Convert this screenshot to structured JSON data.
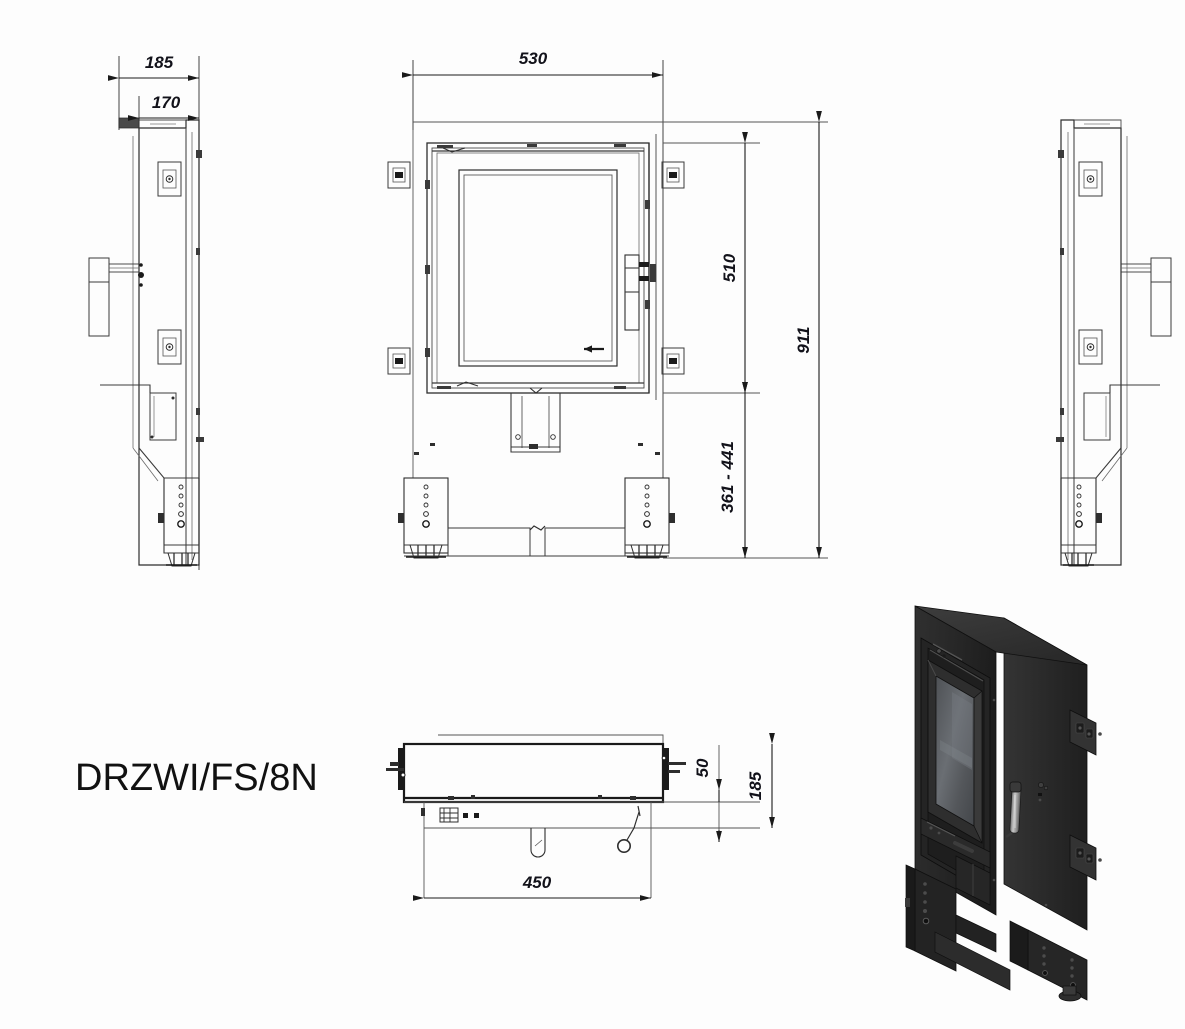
{
  "drawing": {
    "part_label": "DRZWI/FS/8N",
    "background_color": "#fdfdfd",
    "line_color": "#3a3a3a",
    "heavy_line_color": "#1a1a1a",
    "text_color": "#12121a",
    "render_body_color": "#2b2b2b",
    "render_glass_color": "#5a5d61"
  },
  "dimensions": {
    "side_outer_depth": "185",
    "side_inner_depth": "170",
    "front_width": "530",
    "door_height": "510",
    "total_height": "911",
    "leg_height_range": "361 - 441",
    "plan_width": "450",
    "plan_offset": "50",
    "plan_depth": "185"
  },
  "views": {
    "left_side": "left-side-view",
    "front": "front-view",
    "right_side": "right-side-view",
    "plan": "plan-view",
    "isometric": "isometric-render"
  }
}
